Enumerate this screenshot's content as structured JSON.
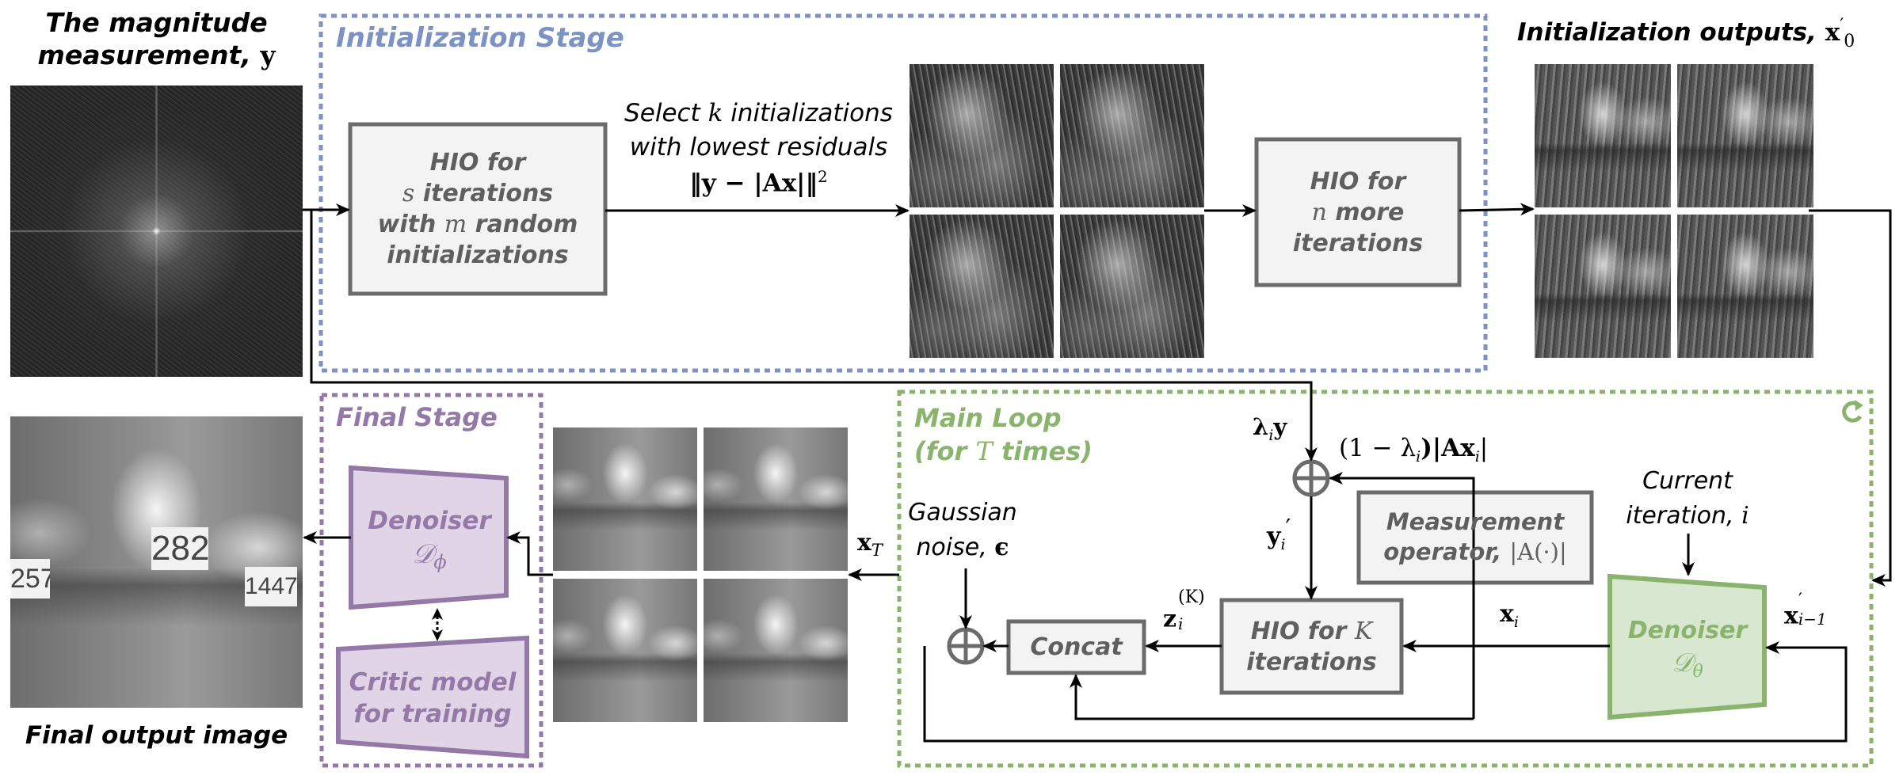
{
  "magnitude": {
    "title_line1": "The magnitude",
    "title_line2": "measurement, ",
    "title_var": "y"
  },
  "final_output": {
    "label": "Final output image",
    "bib_number": "282",
    "bib_left": "257",
    "bib_right": "1447"
  },
  "initialization_stage": {
    "title": "Initialization Stage",
    "color": "#7b92c2",
    "hio_first": {
      "line1": "HIO for",
      "line2_var": "s",
      "line2": " iterations",
      "line3_pre": "with ",
      "line3_var": "m",
      "line3": " random",
      "line4": "initializations"
    },
    "select_label": {
      "line1_pre": "Select ",
      "line1_var": "k",
      "line1": " initializations",
      "line2": "with lowest residuals",
      "formula": "‖y − |Ax|‖",
      "formula_sup": "2"
    },
    "hio_second": {
      "line1": "HIO for",
      "line2_var": "n",
      "line2": " more",
      "line3": "iterations"
    }
  },
  "initialization_outputs": {
    "label": "Initialization outputs, ",
    "var": "x",
    "var_sup": "′",
    "var_sub": "0"
  },
  "final_stage": {
    "title": "Final Stage",
    "color": "#9479a8",
    "fill": "#e0d4e6",
    "denoiser": {
      "line1": "Denoiser",
      "symbol": "𝒟",
      "sub": "ϕ"
    },
    "critic": {
      "line1": "Critic model",
      "line2": "for training"
    }
  },
  "xT_label": {
    "var": "x",
    "sub": "T"
  },
  "main_loop": {
    "title_line1": "Main Loop",
    "title_line2_pre": "(for ",
    "title_line2_var": "T",
    "title_line2": " times)",
    "color": "#8ab46e",
    "fill": "#d8e7d0",
    "recycle_icon": "refresh-icon",
    "lambda_y": {
      "var": "λ",
      "sub": "i",
      "tail": "y"
    },
    "one_minus_lambda": "(1 − λ",
    "one_minus_lambda_sub": "i",
    "one_minus_lambda_tail": ")|Ax",
    "one_minus_lambda_tail_sub": "i",
    "one_minus_lambda_end": "|",
    "y_prime": {
      "var": "y",
      "sub": "i",
      "prime": "′"
    },
    "measurement": {
      "line1": "Measurement",
      "line2": "operator, ",
      "op": "|A(·)|"
    },
    "gaussian": {
      "line1": "Gaussian",
      "line2": "noise, ",
      "var": "ϵ"
    },
    "z_label": {
      "var": "z",
      "sub": "i",
      "sup": "(K)"
    },
    "hio_k": {
      "line1_pre": "HIO for ",
      "line1_var": "K",
      "line2": "iterations"
    },
    "concat": "Concat",
    "current_iter": {
      "line1": "Current",
      "line2": "iteration, ",
      "var": "i"
    },
    "x_i": {
      "var": "x",
      "sub": "i"
    },
    "x_prev": {
      "var": "x",
      "sup": "′",
      "sub": "i−1"
    },
    "denoiser": {
      "line1": "Denoiser",
      "symbol": "𝒟",
      "sub": "θ"
    }
  },
  "colors": {
    "box_border": "#6b6b6b",
    "box_fill": "#f3f3f3",
    "box_text": "#5f5f5f",
    "arrow": "#000000"
  }
}
